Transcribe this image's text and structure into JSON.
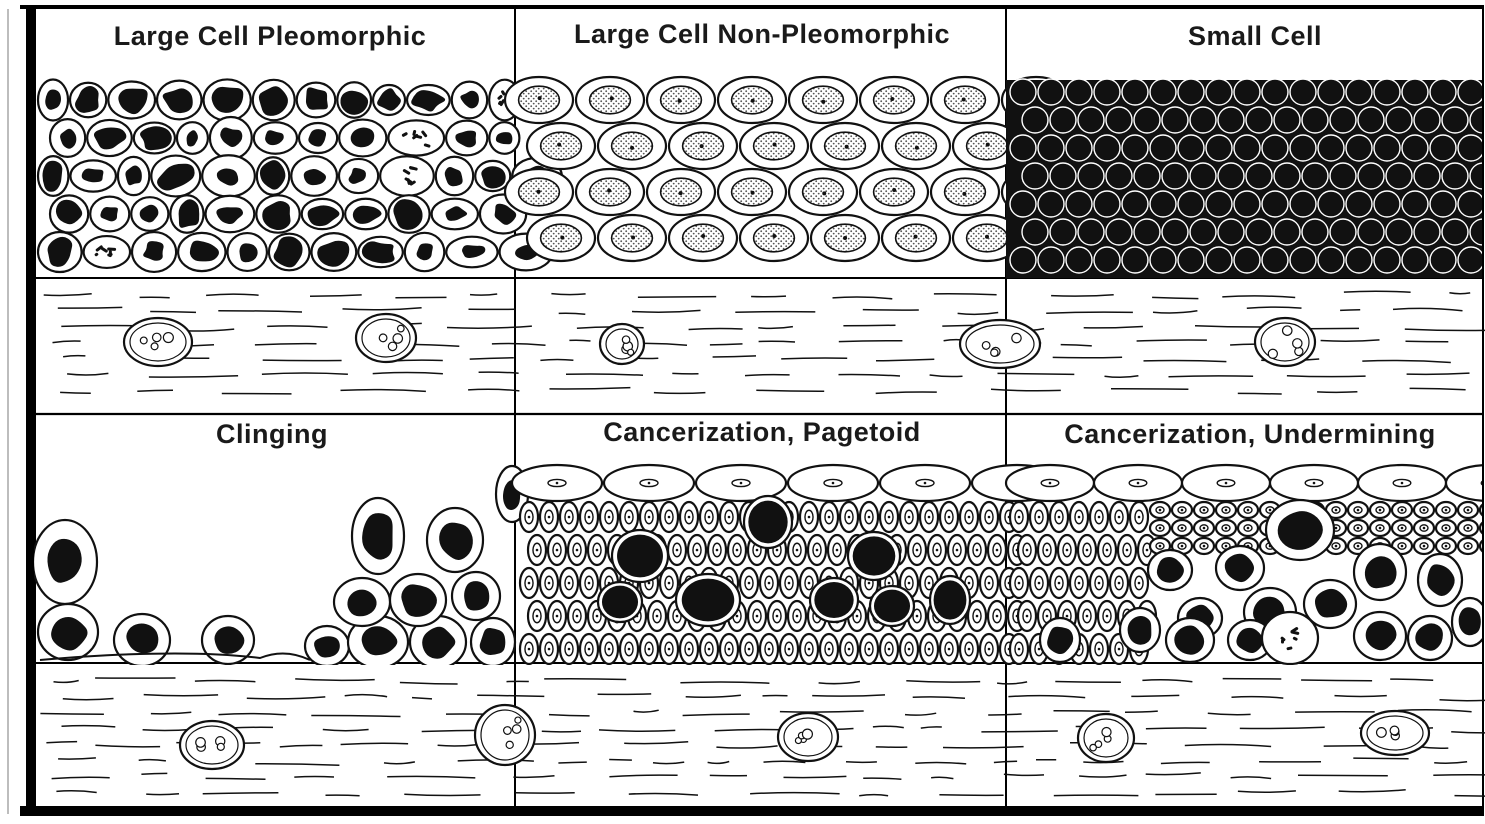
{
  "figure": {
    "panels": [
      {
        "id": "large-cell-pleomorphic",
        "title": "Large Cell Pleomorphic",
        "row": 1,
        "col": 1
      },
      {
        "id": "large-cell-non-pleomorphic",
        "title": "Large Cell Non-Pleomorphic",
        "row": 1,
        "col": 2
      },
      {
        "id": "small-cell",
        "title": "Small Cell",
        "row": 1,
        "col": 3
      },
      {
        "id": "clinging",
        "title": "Clinging",
        "row": 2,
        "col": 1
      },
      {
        "id": "cancerization-pagetoid",
        "title": "Cancerization, Pagetoid",
        "row": 2,
        "col": 2
      },
      {
        "id": "cancerization-undermining",
        "title": "Cancerization, Undermining",
        "row": 2,
        "col": 3
      }
    ]
  },
  "colors": {
    "ink": "#111111",
    "paper": "#ffffff",
    "stipple": "#888888"
  }
}
